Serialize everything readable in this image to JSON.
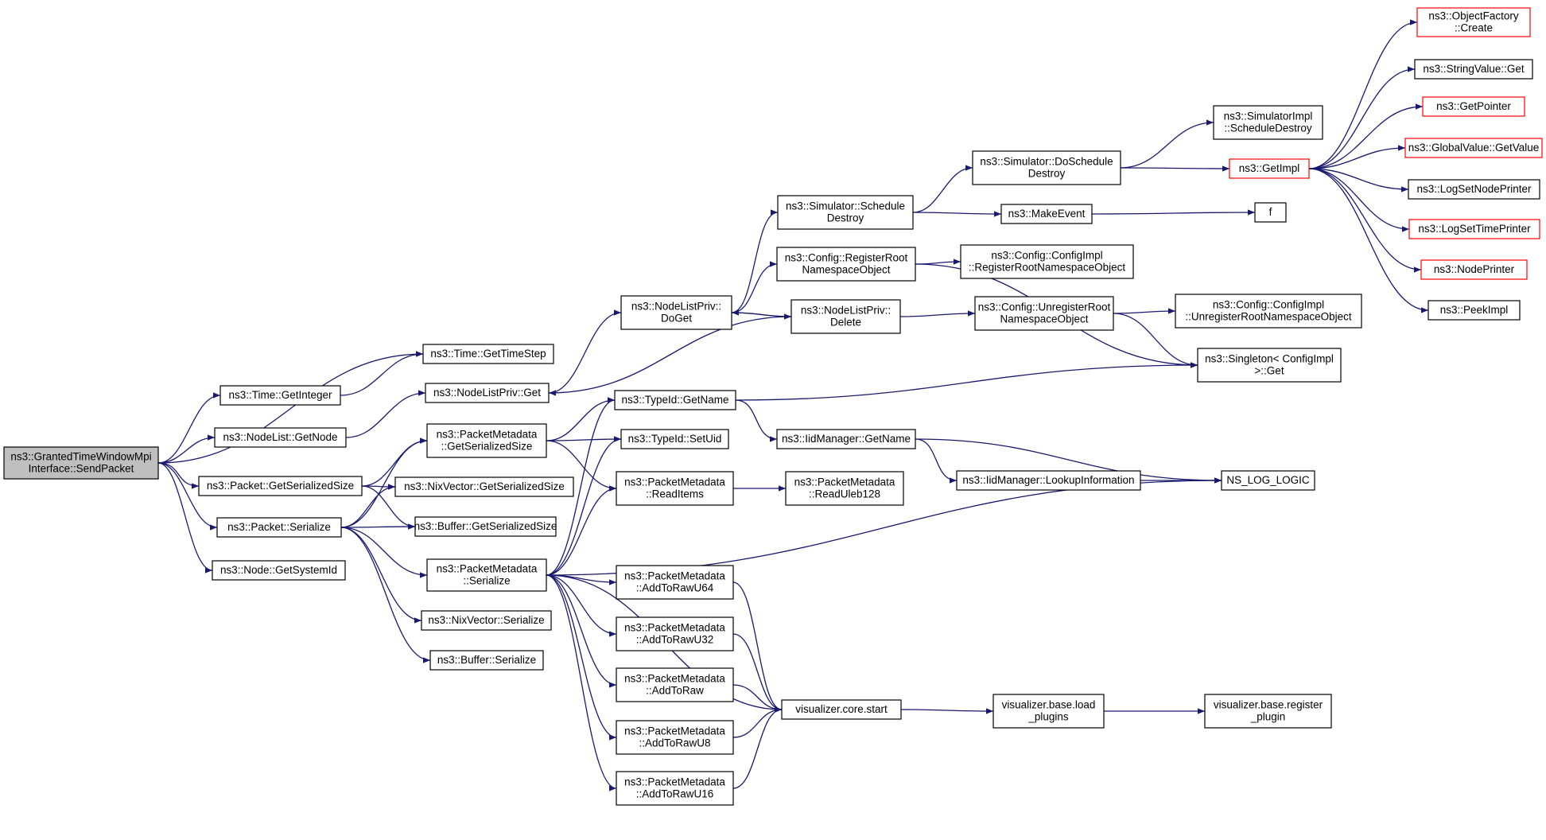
{
  "nodes": [
    {
      "id": "root",
      "lines": [
        "ns3::GrantedTimeWindowMpi",
        "Interface::SendPacket"
      ],
      "style": "root"
    },
    {
      "id": "time_gettimestep",
      "lines": [
        "ns3::Time::GetTimeStep"
      ]
    },
    {
      "id": "time_getinteger",
      "lines": [
        "ns3::Time::GetInteger"
      ]
    },
    {
      "id": "nodelistpriv_get",
      "lines": [
        "ns3::NodeListPriv::Get"
      ]
    },
    {
      "id": "nodelist_getnode",
      "lines": [
        "ns3::NodeList::GetNode"
      ]
    },
    {
      "id": "pm_getserializedsize",
      "lines": [
        "ns3::PacketMetadata",
        "::GetSerializedSize"
      ]
    },
    {
      "id": "packet_getserializedsize",
      "lines": [
        "ns3::Packet::GetSerializedSize"
      ]
    },
    {
      "id": "nixvector_getserializedsize",
      "lines": [
        "ns3::NixVector::GetSerializedSize"
      ]
    },
    {
      "id": "buffer_getserializedsize",
      "lines": [
        "ns3::Buffer::GetSerializedSize"
      ]
    },
    {
      "id": "packet_serialize",
      "lines": [
        "ns3::Packet::Serialize"
      ]
    },
    {
      "id": "node_getsystemid",
      "lines": [
        "ns3::Node::GetSystemId"
      ]
    },
    {
      "id": "pm_serialize",
      "lines": [
        "ns3::PacketMetadata",
        "::Serialize"
      ]
    },
    {
      "id": "nixvector_serialize",
      "lines": [
        "ns3::NixVector::Serialize"
      ]
    },
    {
      "id": "buffer_serialize",
      "lines": [
        "ns3::Buffer::Serialize"
      ]
    },
    {
      "id": "nodelistpriv_doget",
      "lines": [
        "ns3::NodeListPriv::",
        "DoGet"
      ]
    },
    {
      "id": "typeid_getname",
      "lines": [
        "ns3::TypeId::GetName"
      ]
    },
    {
      "id": "typeid_setuid",
      "lines": [
        "ns3::TypeId::SetUid"
      ]
    },
    {
      "id": "pm_readitems",
      "lines": [
        "ns3::PacketMetadata",
        "::ReadItems"
      ]
    },
    {
      "id": "pm_addtorawu64",
      "lines": [
        "ns3::PacketMetadata",
        "::AddToRawU64"
      ]
    },
    {
      "id": "pm_addtorawu32",
      "lines": [
        "ns3::PacketMetadata",
        "::AddToRawU32"
      ]
    },
    {
      "id": "pm_addtoraw",
      "lines": [
        "ns3::PacketMetadata",
        "::AddToRaw"
      ]
    },
    {
      "id": "pm_addtorawu8",
      "lines": [
        "ns3::PacketMetadata",
        "::AddToRawU8"
      ]
    },
    {
      "id": "pm_addtorawu16",
      "lines": [
        "ns3::PacketMetadata",
        "::AddToRawU16"
      ]
    },
    {
      "id": "simulator_scheduledestroy",
      "lines": [
        "ns3::Simulator::Schedule",
        "Destroy"
      ]
    },
    {
      "id": "config_registerroot",
      "lines": [
        "ns3::Config::RegisterRoot",
        "NamespaceObject"
      ]
    },
    {
      "id": "nodelistpriv_delete",
      "lines": [
        "ns3::NodeListPriv::",
        "Delete"
      ]
    },
    {
      "id": "iidmanager_getname",
      "lines": [
        "ns3::IidManager::GetName"
      ]
    },
    {
      "id": "pm_readuleb128",
      "lines": [
        "ns3::PacketMetadata",
        "::ReadUleb128"
      ]
    },
    {
      "id": "visualizer_core_start",
      "lines": [
        "visualizer.core.start"
      ]
    },
    {
      "id": "simulator_doscheduledestroy",
      "lines": [
        "ns3::Simulator::DoSchedule",
        "Destroy"
      ]
    },
    {
      "id": "makeevent",
      "lines": [
        "ns3::MakeEvent"
      ]
    },
    {
      "id": "configimpl_registerroot",
      "lines": [
        "ns3::Config::ConfigImpl",
        "::RegisterRootNamespaceObject"
      ]
    },
    {
      "id": "config_unregisterroot",
      "lines": [
        "ns3::Config::UnregisterRoot",
        "NamespaceObject"
      ]
    },
    {
      "id": "iidmanager_lookupinformation",
      "lines": [
        "ns3::IidManager::LookupInformation"
      ]
    },
    {
      "id": "visualizer_base_load_plugins",
      "lines": [
        "visualizer.base.load",
        "_plugins"
      ]
    },
    {
      "id": "simulatorimpl_scheduledestroy",
      "lines": [
        "ns3::SimulatorImpl",
        "::ScheduleDestroy"
      ]
    },
    {
      "id": "getimpl",
      "lines": [
        "ns3::GetImpl"
      ],
      "style": "red"
    },
    {
      "id": "f",
      "lines": [
        "f"
      ]
    },
    {
      "id": "configimpl_unregisterroot",
      "lines": [
        "ns3::Config::ConfigImpl",
        "::UnregisterRootNamespaceObject"
      ]
    },
    {
      "id": "singleton_get",
      "lines": [
        "ns3::Singleton< ConfigImpl",
        " >::Get"
      ]
    },
    {
      "id": "ns_log_logic",
      "lines": [
        "NS_LOG_LOGIC"
      ]
    },
    {
      "id": "visualizer_base_register_plugin",
      "lines": [
        "visualizer.base.register",
        "_plugin"
      ]
    },
    {
      "id": "objectfactory_create",
      "lines": [
        "ns3::ObjectFactory",
        "::Create"
      ],
      "style": "red"
    },
    {
      "id": "stringvalue_get",
      "lines": [
        "ns3::StringValue::Get"
      ]
    },
    {
      "id": "getpointer",
      "lines": [
        "ns3::GetPointer"
      ],
      "style": "red"
    },
    {
      "id": "globalvalue_getvalue",
      "lines": [
        "ns3::GlobalValue::GetValue"
      ],
      "style": "red"
    },
    {
      "id": "logsetnodeprinter",
      "lines": [
        "ns3::LogSetNodePrinter"
      ]
    },
    {
      "id": "logsettimeprinter",
      "lines": [
        "ns3::LogSetTimePrinter"
      ],
      "style": "red"
    },
    {
      "id": "nodeprinter",
      "lines": [
        "ns3::NodePrinter"
      ],
      "style": "red"
    },
    {
      "id": "peekimpl",
      "lines": [
        "ns3::PeekImpl"
      ]
    }
  ],
  "edges": [
    [
      "root",
      "time_gettimestep"
    ],
    [
      "root",
      "time_getinteger"
    ],
    [
      "root",
      "nodelist_getnode"
    ],
    [
      "root",
      "packet_getserializedsize"
    ],
    [
      "root",
      "packet_serialize"
    ],
    [
      "root",
      "node_getsystemid"
    ],
    [
      "time_getinteger",
      "time_gettimestep"
    ],
    [
      "nodelist_getnode",
      "nodelistpriv_get"
    ],
    [
      "nodelistpriv_get",
      "nodelistpriv_doget"
    ],
    [
      "packet_getserializedsize",
      "pm_getserializedsize"
    ],
    [
      "packet_getserializedsize",
      "nixvector_getserializedsize"
    ],
    [
      "packet_getserializedsize",
      "buffer_getserializedsize"
    ],
    [
      "packet_serialize",
      "pm_getserializedsize"
    ],
    [
      "packet_serialize",
      "nixvector_getserializedsize"
    ],
    [
      "packet_serialize",
      "buffer_getserializedsize"
    ],
    [
      "packet_serialize",
      "pm_serialize"
    ],
    [
      "packet_serialize",
      "nixvector_serialize"
    ],
    [
      "packet_serialize",
      "buffer_serialize"
    ],
    [
      "pm_getserializedsize",
      "typeid_getname"
    ],
    [
      "pm_getserializedsize",
      "typeid_setuid"
    ],
    [
      "pm_getserializedsize",
      "pm_readitems"
    ],
    [
      "pm_serialize",
      "typeid_getname"
    ],
    [
      "pm_serialize",
      "typeid_setuid"
    ],
    [
      "pm_serialize",
      "pm_readitems"
    ],
    [
      "pm_serialize",
      "pm_addtorawu64"
    ],
    [
      "pm_serialize",
      "pm_addtorawu32"
    ],
    [
      "pm_serialize",
      "pm_addtoraw"
    ],
    [
      "pm_serialize",
      "pm_addtorawu8"
    ],
    [
      "pm_serialize",
      "pm_addtorawu16"
    ],
    [
      "pm_serialize",
      "visualizer_core_start"
    ],
    [
      "pm_serialize",
      "ns_log_logic"
    ],
    [
      "nodelistpriv_doget",
      "simulator_scheduledestroy"
    ],
    [
      "nodelistpriv_doget",
      "config_registerroot"
    ],
    [
      "nodelistpriv_doget",
      "nodelistpriv_delete"
    ],
    [
      "nodelistpriv_delete",
      "nodelistpriv_doget"
    ],
    [
      "nodelistpriv_delete",
      "nodelistpriv_get"
    ],
    [
      "nodelistpriv_delete",
      "config_unregisterroot"
    ],
    [
      "typeid_getname",
      "iidmanager_getname"
    ],
    [
      "typeid_getname",
      "singleton_get"
    ],
    [
      "pm_readitems",
      "pm_readuleb128"
    ],
    [
      "pm_addtorawu64",
      "visualizer_core_start"
    ],
    [
      "pm_addtorawu32",
      "visualizer_core_start"
    ],
    [
      "pm_addtoraw",
      "visualizer_core_start"
    ],
    [
      "pm_addtorawu8",
      "visualizer_core_start"
    ],
    [
      "pm_addtorawu16",
      "visualizer_core_start"
    ],
    [
      "simulator_scheduledestroy",
      "simulator_doscheduledestroy"
    ],
    [
      "simulator_scheduledestroy",
      "makeevent"
    ],
    [
      "config_registerroot",
      "configimpl_registerroot"
    ],
    [
      "config_registerroot",
      "singleton_get"
    ],
    [
      "iidmanager_getname",
      "iidmanager_lookupinformation"
    ],
    [
      "iidmanager_getname",
      "ns_log_logic"
    ],
    [
      "iidmanager_lookupinformation",
      "ns_log_logic"
    ],
    [
      "visualizer_core_start",
      "visualizer_base_load_plugins"
    ],
    [
      "simulator_doscheduledestroy",
      "simulatorimpl_scheduledestroy"
    ],
    [
      "simulator_doscheduledestroy",
      "getimpl"
    ],
    [
      "makeevent",
      "f"
    ],
    [
      "config_unregisterroot",
      "configimpl_unregisterroot"
    ],
    [
      "config_unregisterroot",
      "singleton_get"
    ],
    [
      "visualizer_base_load_plugins",
      "visualizer_base_register_plugin"
    ],
    [
      "getimpl",
      "objectfactory_create"
    ],
    [
      "getimpl",
      "stringvalue_get"
    ],
    [
      "getimpl",
      "getpointer"
    ],
    [
      "getimpl",
      "globalvalue_getvalue"
    ],
    [
      "getimpl",
      "logsetnodeprinter"
    ],
    [
      "getimpl",
      "logsettimeprinter"
    ],
    [
      "getimpl",
      "nodeprinter"
    ],
    [
      "getimpl",
      "peekimpl"
    ]
  ]
}
